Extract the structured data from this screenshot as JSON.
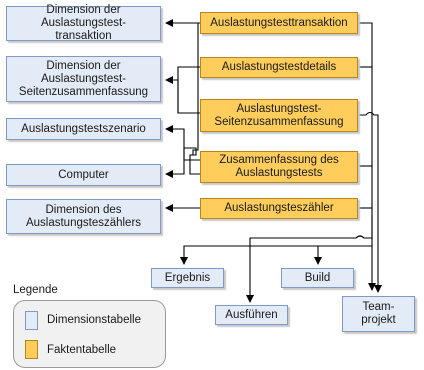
{
  "dimension_tables": [
    {
      "id": "d_transaktion",
      "label": "Dimension der\nAuslastungstest-\ntransaktion"
    },
    {
      "id": "d_seiten",
      "label": "Dimension der\nAuslastungstest-\nSeitenzusammenfassung"
    },
    {
      "id": "d_szenario",
      "label": "Auslastungstestszenario"
    },
    {
      "id": "d_computer",
      "label": "Computer"
    },
    {
      "id": "d_zaehler",
      "label": "Dimension des\nAuslastungsteszählers"
    },
    {
      "id": "d_ergebnis",
      "label": "Ergebnis"
    },
    {
      "id": "d_build",
      "label": "Build"
    },
    {
      "id": "d_ausfuehren",
      "label": "Ausführen"
    },
    {
      "id": "d_teamprojekt",
      "label": "Team-\nprojekt"
    }
  ],
  "fact_tables": [
    {
      "id": "f_transaktion",
      "label": "Auslastungstesttransaktion"
    },
    {
      "id": "f_details",
      "label": "Auslastungstestdetails"
    },
    {
      "id": "f_seiten",
      "label": "Auslastungstest-\nSeitenzusammenfassung"
    },
    {
      "id": "f_zusammenfassung",
      "label": "Zusammenfassung des\nAuslastungstests"
    },
    {
      "id": "f_zaehler",
      "label": "Auslastungsteszähler"
    }
  ],
  "legend": {
    "title": "Legende",
    "dimension_label": "Dimensionstabelle",
    "fact_label": "Faktentabelle"
  },
  "colors": {
    "dimension_fill": "#e3ebf7",
    "dimension_border": "#7f9bc4",
    "fact_fill": "#ffcd5c",
    "fact_border": "#b8861a",
    "line": "#000000"
  }
}
